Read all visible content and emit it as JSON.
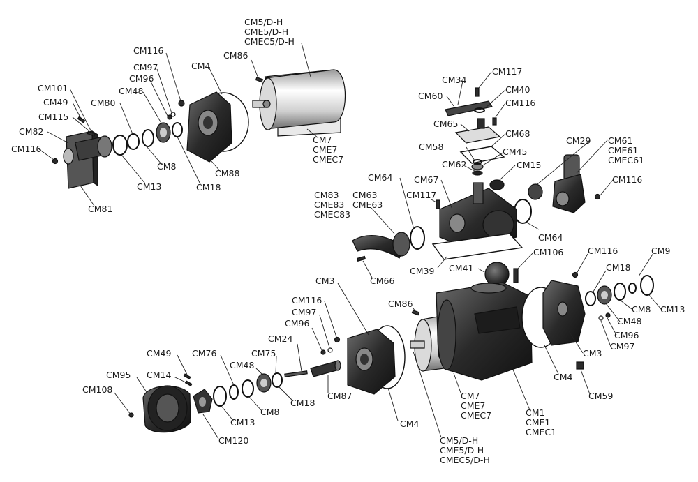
{
  "labels": {
    "cm5_top": [
      "CM5/D-H",
      "CME5/D-H",
      "CMEC5/D-H"
    ],
    "cm86_top": "CM86",
    "cm116_tl": "CM116",
    "cm97_tl": "CM97",
    "cm96_tl": "CM96",
    "cm4_tl": "CM4",
    "cm101": "CM101",
    "cm48_tl": "CM48",
    "cm80": "CM80",
    "cm49_tl": "CM49",
    "cm115": "CM115",
    "cm82": "CM82",
    "cm116_left": "CM116",
    "cm8_tl": "CM8",
    "cm13_tl": "CM13",
    "cm18_tl": "CM18",
    "cm88": "CM88",
    "cm81": "CM81",
    "cm7_top": [
      "CM7",
      "CME7",
      "CMEC7"
    ],
    "cm34": "CM34",
    "cm117_top": "CM117",
    "cm60": "CM60",
    "cm40": "CM40",
    "cm116_top": "CM116",
    "cm65": "CM65",
    "cm68": "CM68",
    "cm58": "CM58",
    "cm45": "CM45",
    "cm29": "CM29",
    "cm61": [
      "CM61",
      "CME61",
      "CMEC61"
    ],
    "cm62": "CM62",
    "cm15": "CM15",
    "cm64_left": "CM64",
    "cm67": "CM67",
    "cm116_right": "CM116",
    "cm83": [
      "CM83",
      "CME83",
      "CMEC83"
    ],
    "cm63": [
      "CM63",
      "CME63"
    ],
    "cm117_mid": "CM117",
    "cm64_right": "CM64",
    "cm106": "CM106",
    "cm39": "CM39",
    "cm41": "CM41",
    "cm66": "CM66",
    "cm116_r2": "CM116",
    "cm9": "CM9",
    "cm18_r": "CM18",
    "cm3_mid": "CM3",
    "cm116_mid": "CM116",
    "cm97_mid": "CM97",
    "cm86_mid": "CM86",
    "cm8_r": "CM8",
    "cm13_r": "CM13",
    "cm48_r": "CM48",
    "cm96_r": "CM96",
    "cm97_r": "CM97",
    "cm96_mid": "CM96",
    "cm24": "CM24",
    "cm3_r": "CM3",
    "cm49_bl": "CM49",
    "cm76": "CM76",
    "cm75": "CM75",
    "cm48_bl": "CM48",
    "cm14": "CM14",
    "cm95": "CM95",
    "cm108": "CM108",
    "cm87": "CM87",
    "cm18_bl": "CM18",
    "cm8_bl": "CM8",
    "cm13_bl": "CM13",
    "cm120": "CM120",
    "cm4_bl": "CM4",
    "cm4_br": "CM4",
    "cm59": "CM59",
    "cm7_bot": [
      "CM7",
      "CME7",
      "CMEC7"
    ],
    "cm1": [
      "CM1",
      "CME1",
      "CMEC1"
    ],
    "cm5_bot": [
      "CM5/D-H",
      "CME5/D-H",
      "CMEC5/D-H"
    ]
  }
}
